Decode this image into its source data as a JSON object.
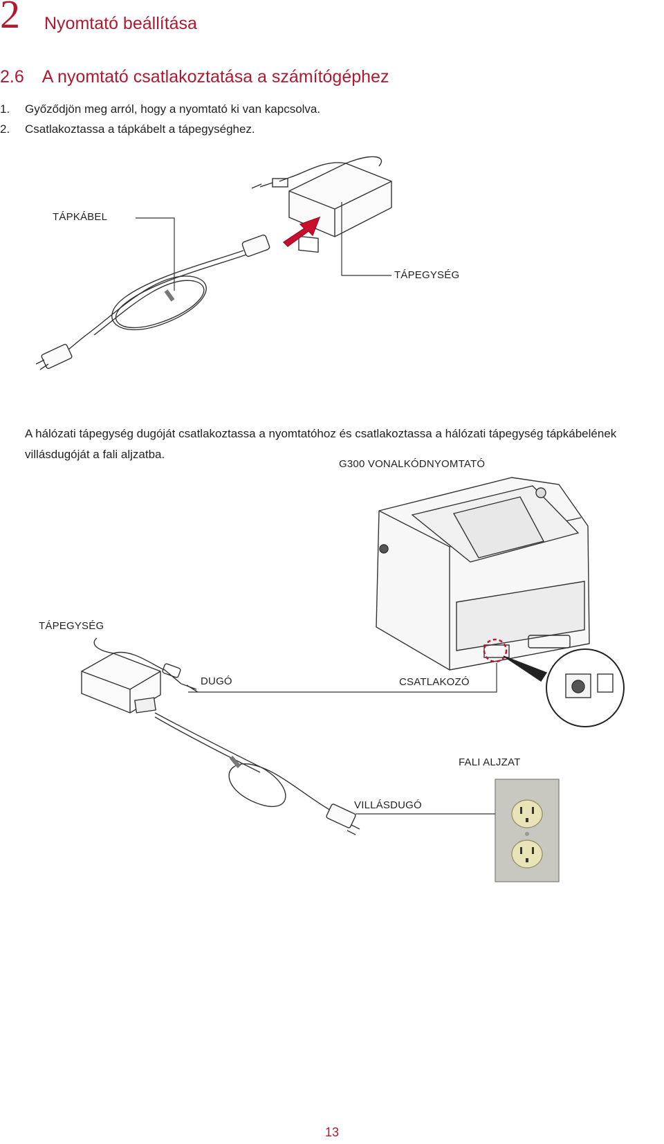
{
  "header": {
    "chapter_number": "2",
    "chapter_title": "Nyomtató beállítása"
  },
  "section": {
    "number": "2.6",
    "title": "A nyomtató csatlakoztatása a számítógéphez"
  },
  "steps": [
    {
      "num": "1.",
      "text": "Győződjön meg arról, hogy a nyomtató ki van kapcsolva."
    },
    {
      "num": "2.",
      "text": "Csatlakoztassa a tápkábelt a tápegységhez."
    }
  ],
  "figure1": {
    "label_cable": "TÁPKÁBEL",
    "label_adapter": "TÁPEGYSÉG"
  },
  "paragraph": "A hálózati tápegység dugóját csatlakoztassa a nyomtatóhoz és csatlakoztassa a hálózati tápegység tápkábelének villásdugóját a fali aljzatba.",
  "figure2": {
    "label_printer": "G300 VONALKÓDNYOMTATÓ",
    "label_adapter": "TÁPEGYSÉG",
    "label_plug": "DUGÓ",
    "label_connector": "CSATLAKOZÓ",
    "label_outlet": "FALI ALJZAT",
    "label_prong_plug": "VILLÁSDUGÓ"
  },
  "footer": {
    "page_number": "13"
  },
  "colors": {
    "accent": "#b0192f",
    "arrow": "#c8102e",
    "outlet_plate": "#c8c8c0",
    "outlet_face": "#e8e4b8"
  }
}
